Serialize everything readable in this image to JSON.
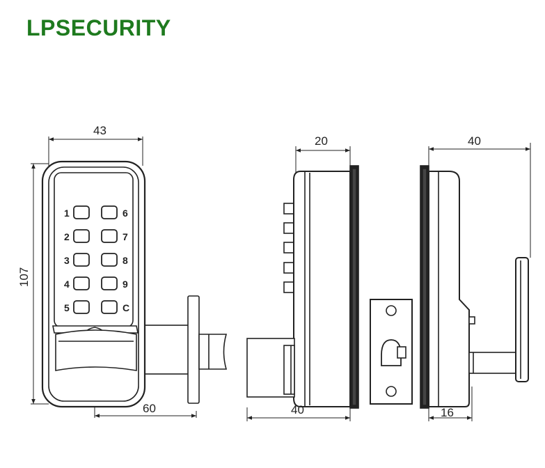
{
  "brand": {
    "name": "LPSECURITY",
    "color": "#1e7a1e"
  },
  "dimensions": {
    "front_width": "43",
    "front_height": "107",
    "latch_length": "60",
    "side_depth": "20",
    "side_latch_depth": "40",
    "back_depth": "40",
    "back_spindle": "16"
  },
  "keypad": {
    "left_column": [
      "1",
      "2",
      "3",
      "4",
      "5"
    ],
    "right_column": [
      "6",
      "7",
      "8",
      "9",
      "C"
    ]
  },
  "icons": [
    "push-button",
    "lever-handle",
    "strike-plate",
    "mounting-hole"
  ]
}
